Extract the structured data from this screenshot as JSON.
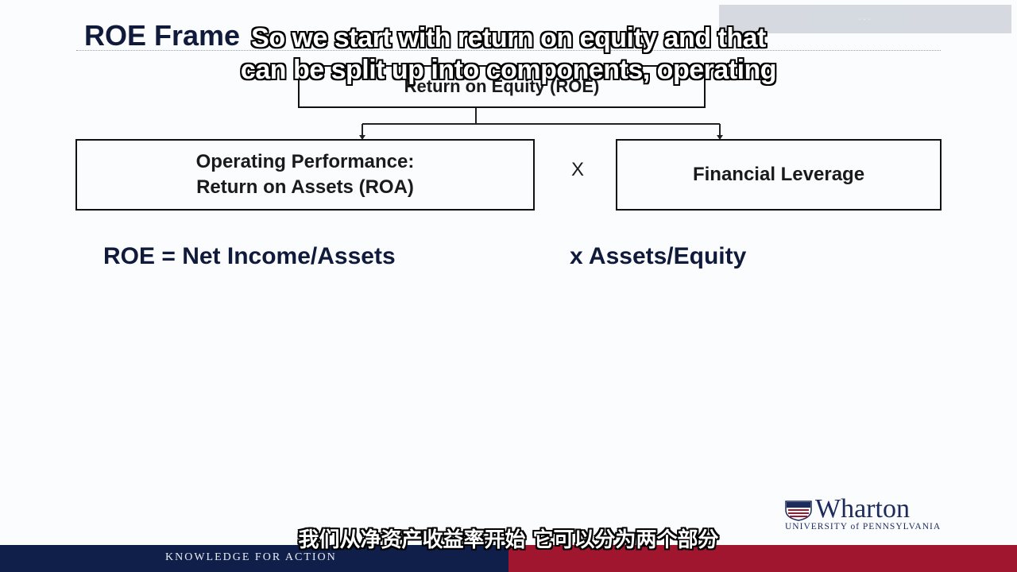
{
  "slide": {
    "title": "ROE Frame",
    "boxes": {
      "roe": "Return on Equity (ROE)",
      "roa_line1": "Operating Performance:",
      "roa_line2": "Return on Assets (ROA)",
      "leverage": "Financial Leverage"
    },
    "times_symbol": "X",
    "formula": {
      "left": "ROE = Net Income/Assets",
      "right": "x  Assets/Equity"
    }
  },
  "subtitles": {
    "english_line1": "So we start with return on equity and that",
    "english_line2": "can be split up into components, operating",
    "chinese": "我们从净资产收益率开始  它可以分为两个部分"
  },
  "logo": {
    "name": "Wharton",
    "university": "UNIVERSITY of PENNSYLVANIA"
  },
  "footer": {
    "tagline": "KNOWLEDGE FOR ACTION"
  },
  "colors": {
    "navy": "#0f1f4a",
    "red": "#a0162f",
    "title": "#101a3a"
  }
}
